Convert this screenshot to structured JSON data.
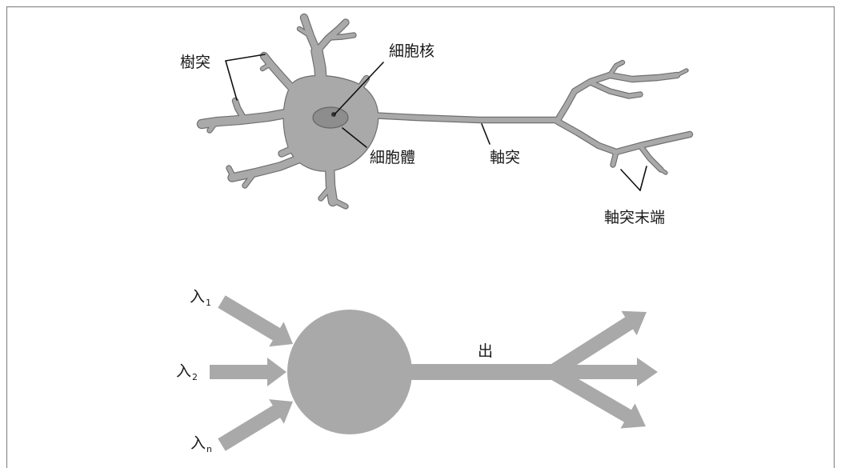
{
  "biological_neuron": {
    "labels": {
      "dendrites": "樹突",
      "nucleus": "細胞核",
      "cell_body": "細胞體",
      "axon": "軸突",
      "axon_terminals": "軸突末端"
    }
  },
  "artificial_neuron": {
    "inputs": [
      {
        "label": "入",
        "sub": "1"
      },
      {
        "label": "入",
        "sub": "2"
      },
      {
        "label": "入",
        "sub": "n"
      }
    ],
    "output": "出"
  },
  "colors": {
    "fill": "#a9a9a9",
    "outline": "#707070",
    "nucleus": "#8d8d8d",
    "nucleolus": "#333333",
    "border": "#8a8a8a"
  }
}
